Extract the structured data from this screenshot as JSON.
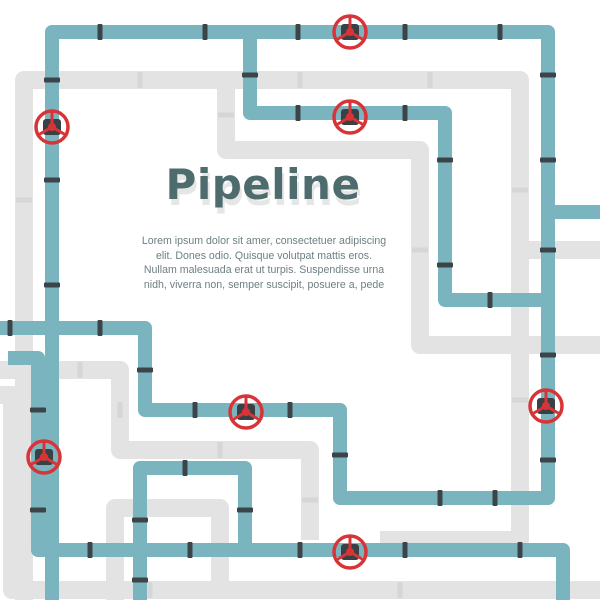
{
  "title": "Pipeline",
  "body_lines": [
    "Lorem ipsum dolor sit amer, consectetuer adipiscing",
    "elit. Dones odio. Quisque volutpat mattis eros.",
    "Nullam malesuada erat ut turpis. Suspendisse urna",
    "nidh, viverra non, semper suscipit, posuere a, pede"
  ],
  "colors": {
    "pipe": "#79b4bf",
    "pipe_shadow": "#e3e3e3",
    "flange": "#3c4448",
    "valve_handle": "#d83438",
    "valve_body": "#3a4145",
    "text": "#4e6b6e"
  },
  "icons": {
    "valve": "valve-icon",
    "flange": "flange-icon"
  }
}
